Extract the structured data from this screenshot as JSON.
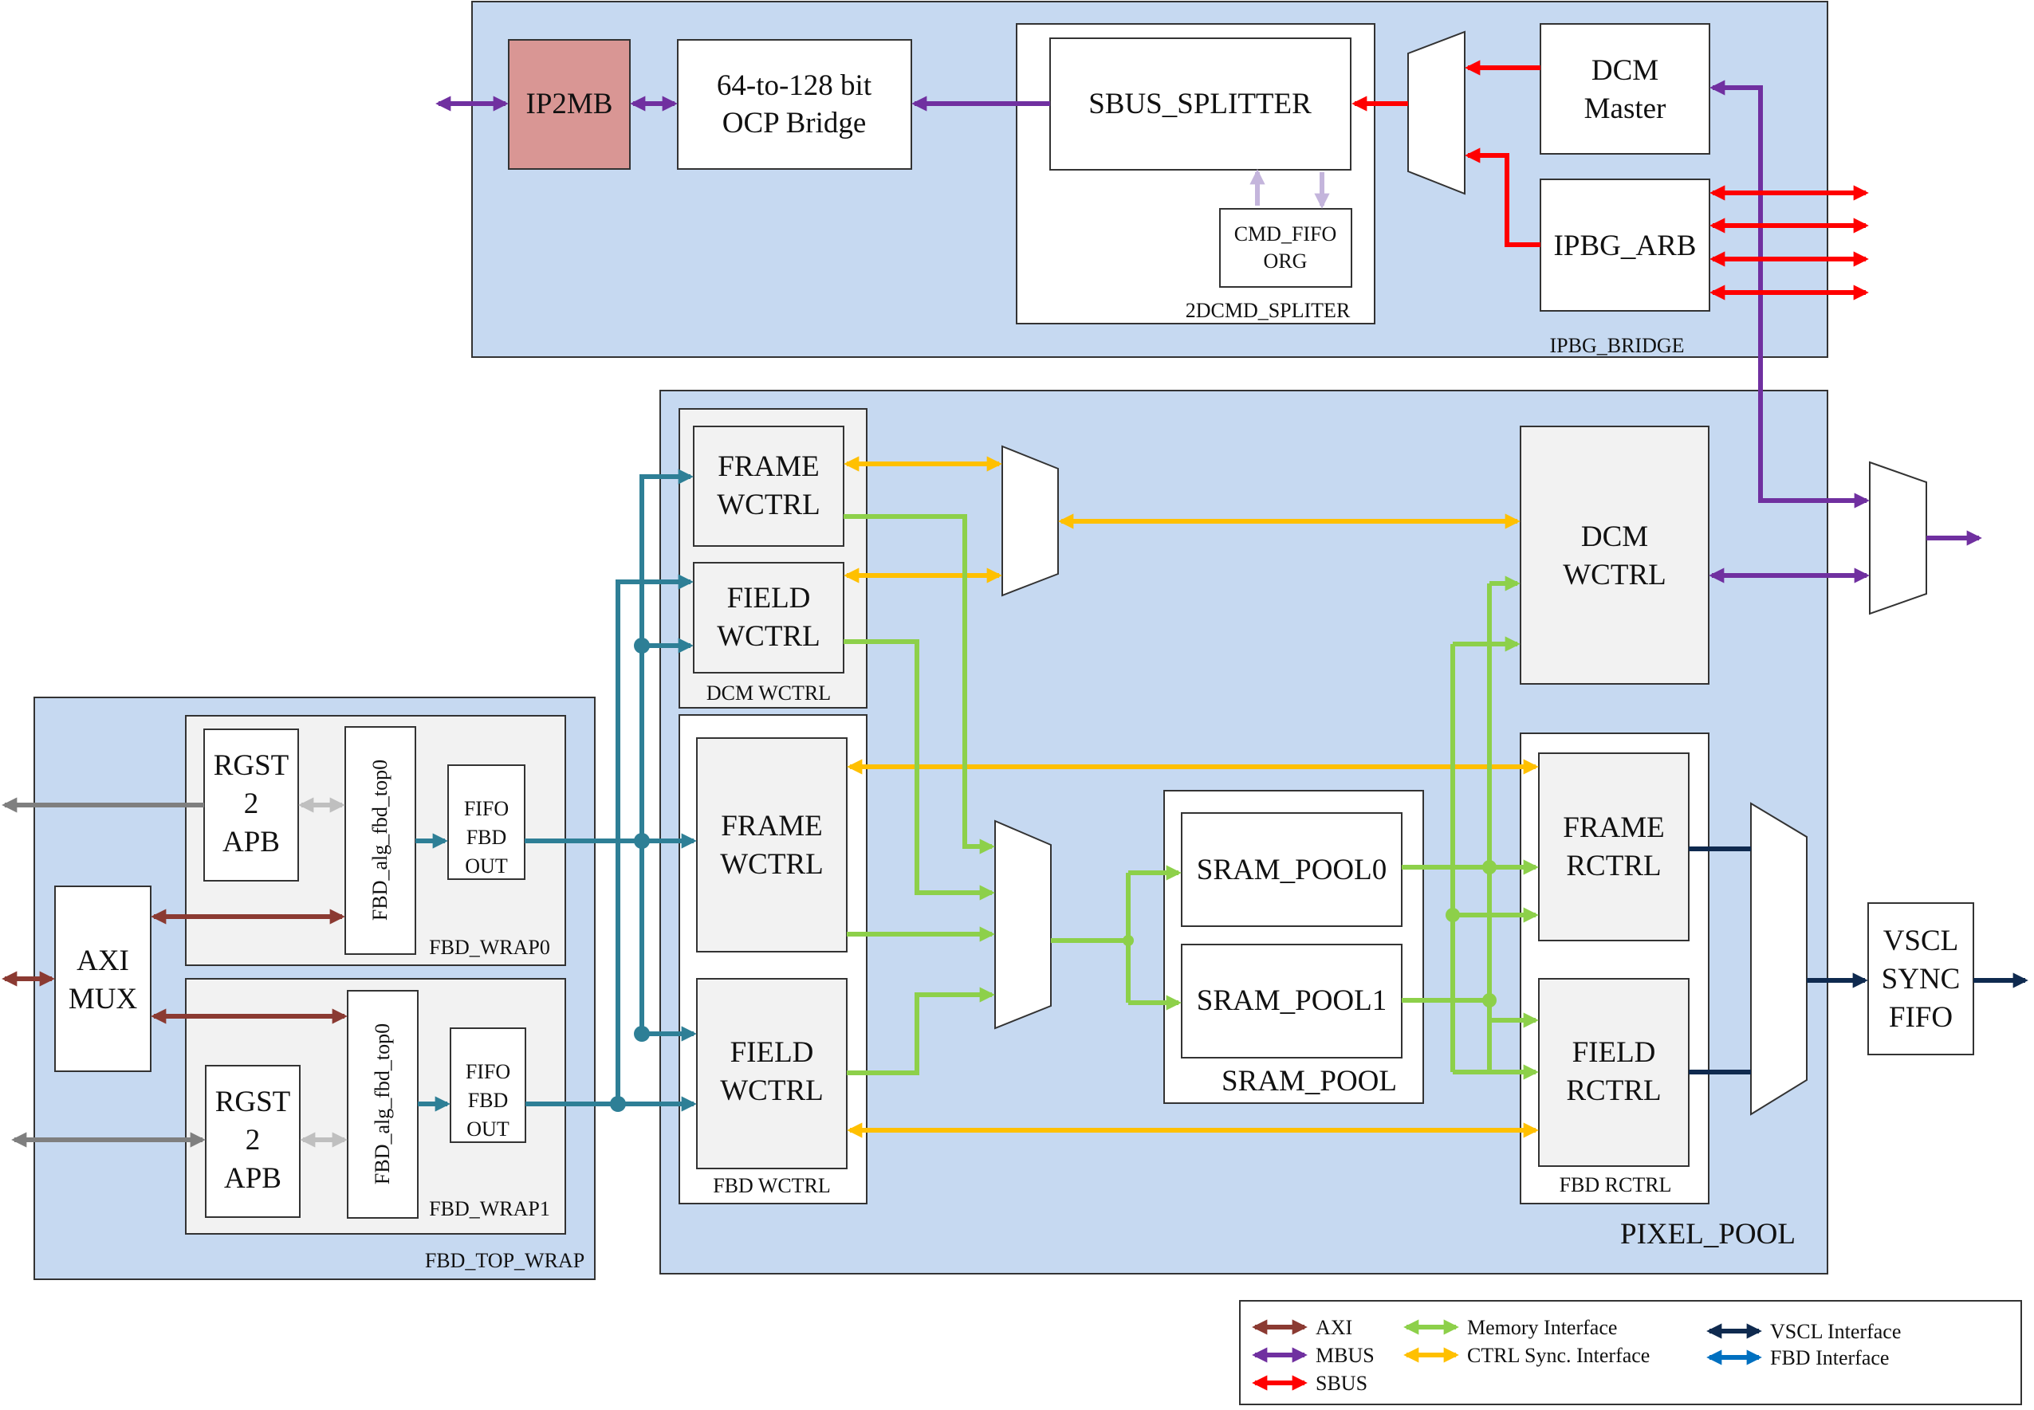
{
  "blocks": {
    "ip2mb": "IP2MB",
    "ocp_bridge": [
      "64-to-128 bit",
      "OCP Bridge"
    ],
    "sbus_splitter": "SBUS_SPLITTER",
    "cmd_fifo": [
      "CMD_FIFO",
      "ORG"
    ],
    "dcmd_spliter": "2DCMD_SPLITER",
    "dcm_master": [
      "DCM",
      "Master"
    ],
    "ipbg_arb": "IPBG_ARB",
    "ipbg_bridge": "IPBG_BRIDGE",
    "dcm_frame_wctrl": [
      "FRAME",
      "WCTRL"
    ],
    "dcm_field_wctrl": [
      "FIELD",
      "WCTRL"
    ],
    "dcm_wctrl_group": "DCM WCTRL",
    "fbd_frame_wctrl": [
      "FRAME",
      "WCTRL"
    ],
    "fbd_field_wctrl": [
      "FIELD",
      "WCTRL"
    ],
    "fbd_wctrl_group": "FBD WCTRL",
    "sram_pool0": "SRAM_POOL0",
    "sram_pool1": "SRAM_POOL1",
    "sram_pool": "SRAM_POOL",
    "dcm_wctrl": [
      "DCM",
      "WCTRL"
    ],
    "frame_rctrl": [
      "FRAME",
      "RCTRL"
    ],
    "field_rctrl": [
      "FIELD",
      "RCTRL"
    ],
    "fbd_rctrl_group": "FBD RCTRL",
    "pixel_pool": "PIXEL_POOL",
    "vscl_sync_fifo": [
      "VSCL",
      "SYNC",
      "FIFO"
    ],
    "rgst2apb_0": [
      "RGST",
      "2",
      "APB"
    ],
    "fbd_alg_0": "FBD_alg_fbd_top0",
    "fifo_out_0": [
      "FIFO",
      "FBD",
      "OUT"
    ],
    "fbd_wrap0": "FBD_WRAP0",
    "rgst2apb_1": [
      "RGST",
      "2",
      "APB"
    ],
    "fbd_alg_1": "FBD_alg_fbd_top0",
    "fifo_out_1": [
      "FIFO",
      "FBD",
      "OUT"
    ],
    "fbd_wrap1": "FBD_WRAP1",
    "axi_mux": [
      "AXI",
      "MUX"
    ],
    "fbd_top_wrap": "FBD_TOP_WRAP"
  },
  "legend": [
    {
      "label": "AXI",
      "color": "#8b3a32"
    },
    {
      "label": "MBUS",
      "color": "#7030a0"
    },
    {
      "label": "SBUS",
      "color": "#ff0000"
    },
    {
      "label": "Memory Interface",
      "color": "#8dd04a"
    },
    {
      "label": "CTRL Sync. Interface",
      "color": "#ffc000"
    },
    {
      "label": "VSCL Interface",
      "color": "#0f2a4f"
    },
    {
      "label": "FBD Interface",
      "color": "#0070c0"
    }
  ]
}
